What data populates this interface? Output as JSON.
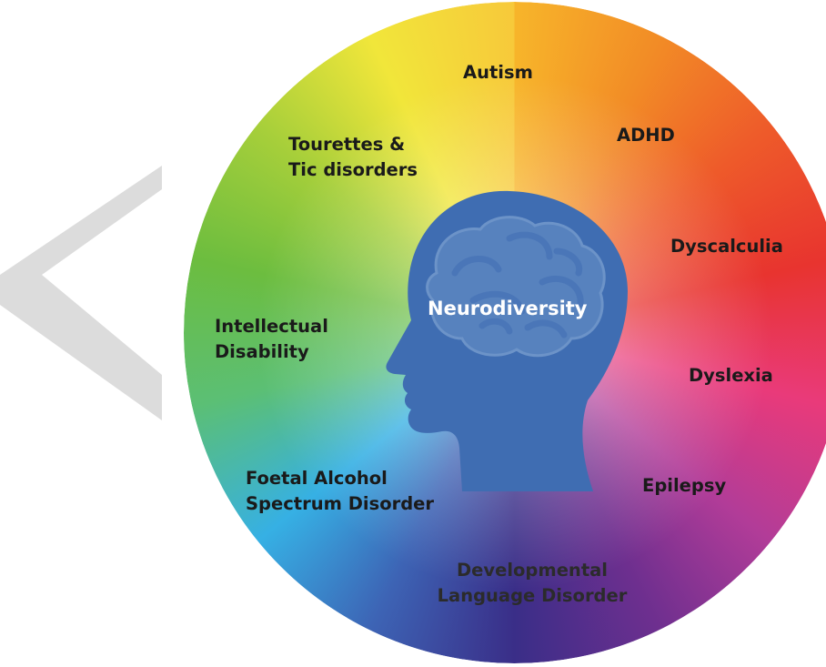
{
  "center_title": "Neurodiversity",
  "conditions": [
    {
      "id": "autism",
      "lines": [
        "Autism"
      ]
    },
    {
      "id": "adhd",
      "lines": [
        "ADHD"
      ]
    },
    {
      "id": "dyscalculia",
      "lines": [
        "Dyscalculia"
      ]
    },
    {
      "id": "dyslexia",
      "lines": [
        "Dyslexia"
      ]
    },
    {
      "id": "epilepsy",
      "lines": [
        "Epilepsy"
      ]
    },
    {
      "id": "dld",
      "lines": [
        "Developmental",
        "Language Disorder"
      ]
    },
    {
      "id": "fasd",
      "lines": [
        "Foetal Alcohol",
        "Spectrum Disorder"
      ]
    },
    {
      "id": "intellectual",
      "lines": [
        "Intellectual",
        "Disability"
      ]
    },
    {
      "id": "tourettes",
      "lines": [
        "Tourettes &",
        "Tic disorders"
      ]
    }
  ],
  "colors": {
    "head": "#3f6db2",
    "head_brain": "#6c93c8",
    "chevron": "#dcdcdc",
    "wheel_stops": [
      "#f7b52a",
      "#f28c26",
      "#ee5b2a",
      "#e8342f",
      "#e93a7a",
      "#b23c98",
      "#6e2f8f",
      "#3a2e88",
      "#3d64b5",
      "#36b0e4",
      "#5bbf75",
      "#6cbd3f",
      "#a7cf3a",
      "#f1e63a",
      "#f7c93a"
    ]
  },
  "icons": [
    "head-silhouette-icon",
    "brain-icon"
  ]
}
